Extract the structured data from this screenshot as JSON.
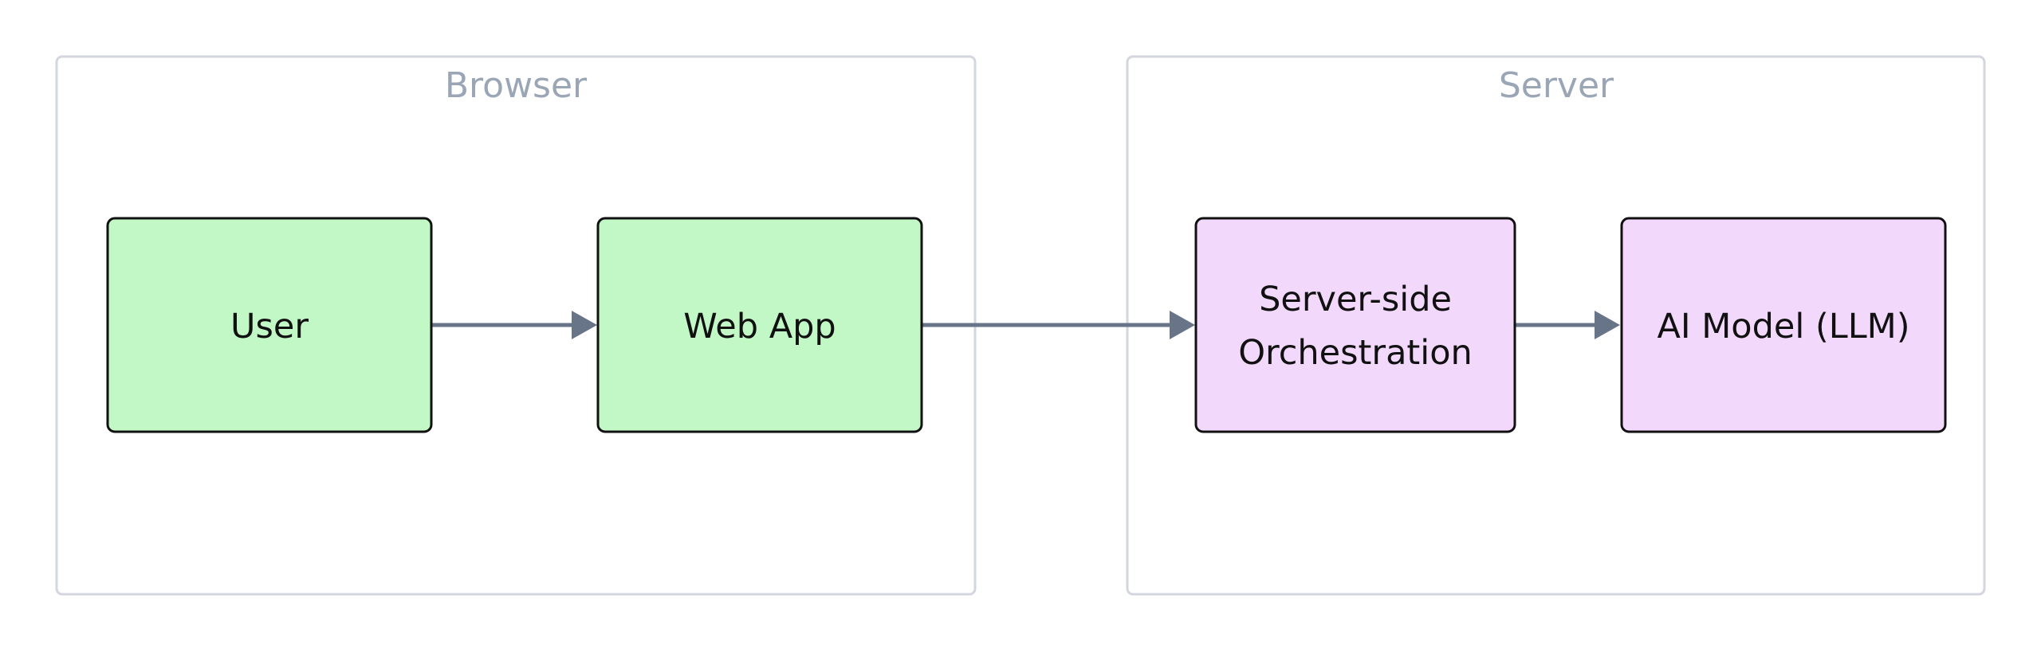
{
  "groups": {
    "browser": {
      "label": "Browser"
    },
    "server": {
      "label": "Server"
    }
  },
  "nodes": {
    "user": {
      "label": "User"
    },
    "web_app": {
      "label": "Web App"
    },
    "orchestration": {
      "lines": [
        "Server-side",
        "Orchestration"
      ]
    },
    "ai_model": {
      "label": "AI Model (LLM)"
    }
  },
  "edges": [
    {
      "from": "User",
      "to": "Web App"
    },
    {
      "from": "Web App",
      "to": "Server-side Orchestration"
    },
    {
      "from": "Server-side Orchestration",
      "to": "AI Model (LLM)"
    }
  ],
  "colors": {
    "browser_node_fill": "#c2f7c6",
    "server_node_fill": "#f2d9fc",
    "edge": "#687588",
    "group_border": "#d3d6de",
    "group_label": "#9aa5b5"
  }
}
